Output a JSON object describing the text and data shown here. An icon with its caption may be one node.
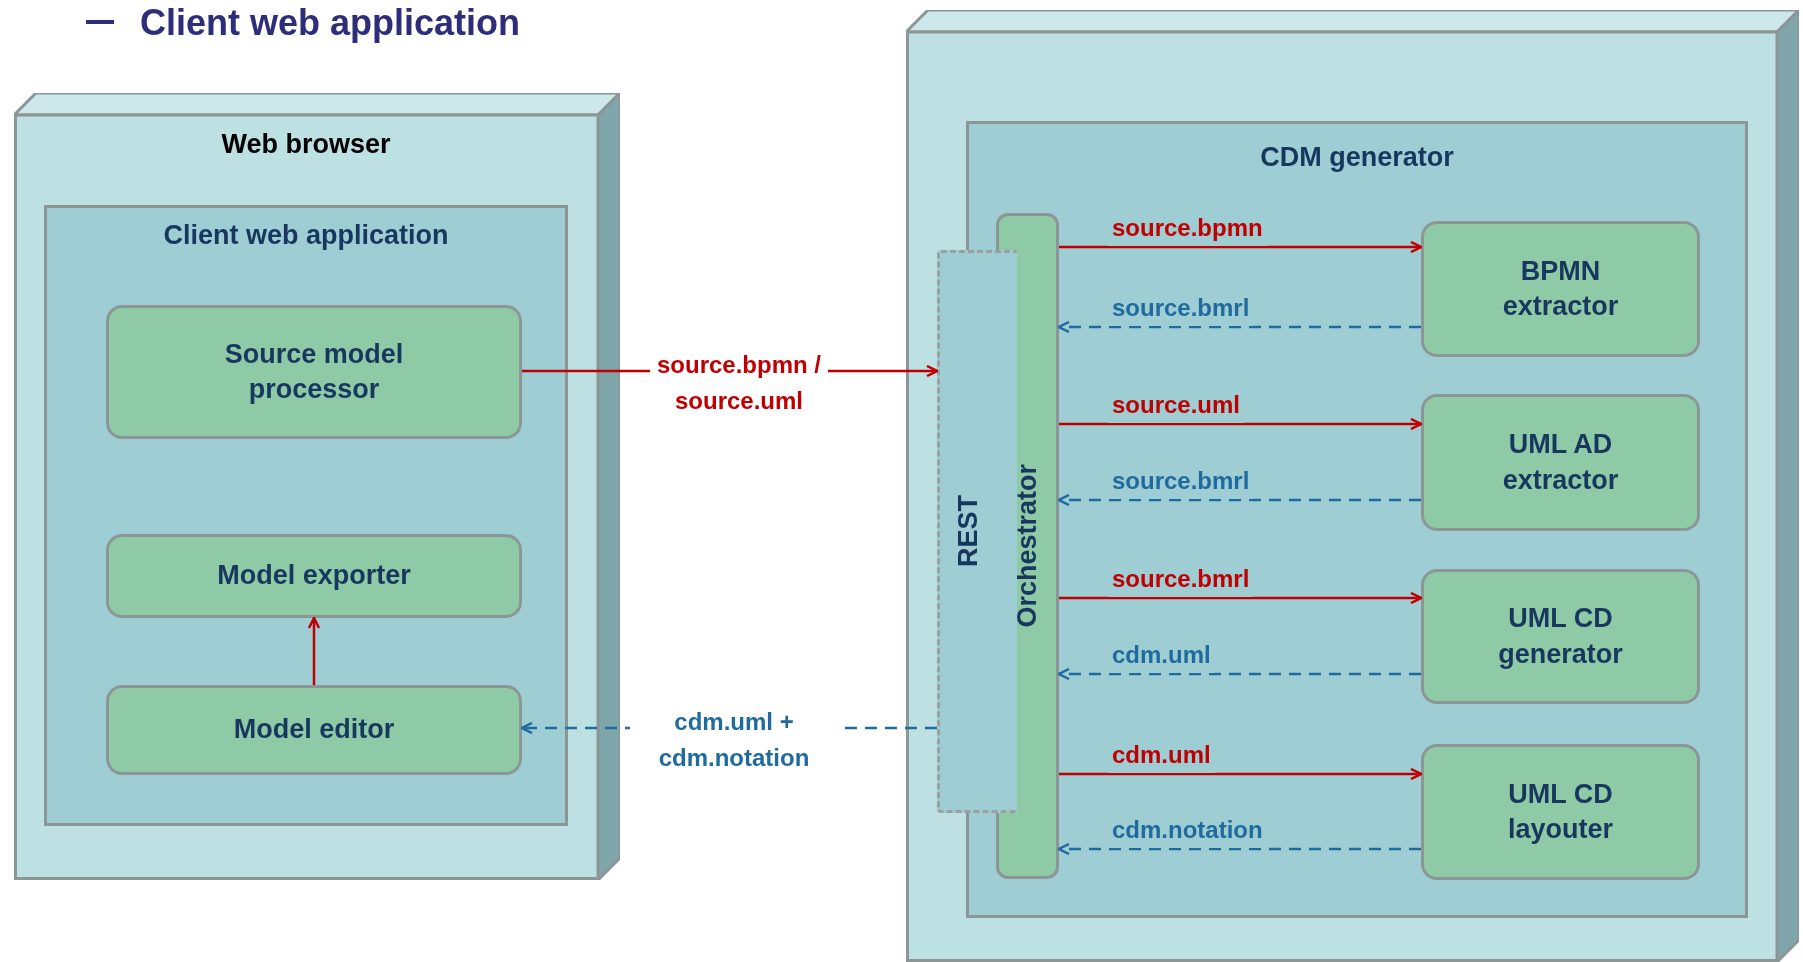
{
  "diagram": {
    "title": "Client web application",
    "nodes": [
      {
        "text": [
          "Web browser"
        ]
      },
      {
        "text": [
          "Client web application"
        ],
        "in": 0
      },
      {
        "text": [
          "Source model processor"
        ],
        "in": 1
      },
      {
        "text": [
          "Model exporter"
        ],
        "in": 1
      },
      {
        "text": [
          "Model editor"
        ],
        "in": 1
      },
      {
        "text": [],
        "shape": "box"
      },
      {
        "text": [
          "CDM generator"
        ],
        "in": 5
      },
      {
        "text": [
          "REST"
        ],
        "in": 5
      },
      {
        "text": [
          "Orchestrator"
        ],
        "in": 6
      },
      {
        "text": [
          "BPMN extractor"
        ],
        "in": 6
      },
      {
        "text": [
          "UML AD extractor"
        ],
        "in": 6
      },
      {
        "text": [
          "UML CD generator"
        ],
        "in": 6
      },
      {
        "text": [
          "UML CD layouter"
        ],
        "in": 6
      }
    ],
    "edges": [
      {
        "from": 2,
        "to": 7,
        "arrow": "to",
        "label": "source.bpmn / source.uml"
      },
      {
        "from": 7,
        "to": 4,
        "arrow": "to",
        "label": "cdm.uml + cdm.notation",
        "style": "dashed",
        "color": "#1f6b9e"
      },
      {
        "from": 4,
        "to": 3,
        "arrow": "to"
      },
      {
        "from": 8,
        "to": 9,
        "arrow": "to",
        "label": "source.bpmn"
      },
      {
        "from": 9,
        "to": 8,
        "arrow": "to",
        "label": "source.bmrl",
        "style": "dashed",
        "color": "#1f6b9e"
      },
      {
        "from": 8,
        "to": 10,
        "arrow": "to",
        "label": "source.uml"
      },
      {
        "from": 10,
        "to": 8,
        "arrow": "to",
        "label": "source.bmrl",
        "style": "dashed",
        "color": "#1f6b9e"
      },
      {
        "from": 8,
        "to": 11,
        "arrow": "to",
        "label": "source.bmrl"
      },
      {
        "from": 11,
        "to": 8,
        "arrow": "to",
        "label": "cdm.uml",
        "style": "dashed",
        "color": "#1f6b9e"
      },
      {
        "from": 8,
        "to": 12,
        "arrow": "to",
        "label": "cdm.uml"
      },
      {
        "from": 12,
        "to": 8,
        "arrow": "to",
        "label": "cdm.notation",
        "style": "dashed",
        "color": "#1f6b9e"
      }
    ]
  }
}
